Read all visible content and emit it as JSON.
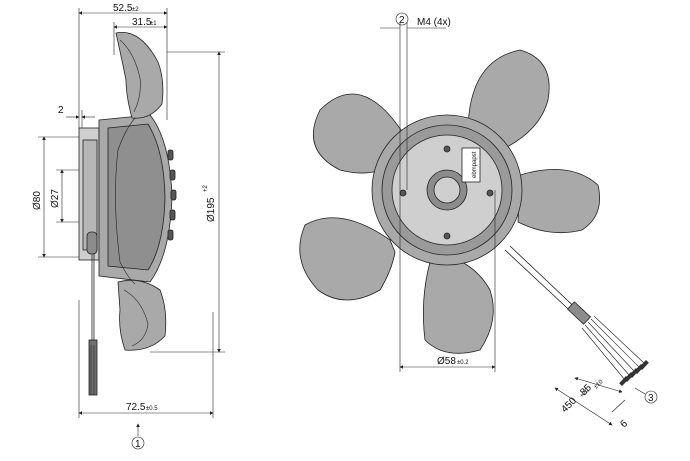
{
  "colors": {
    "line": "#222222",
    "fill_dark": "#8c8c8c",
    "fill_mid": "#a9a9a9",
    "fill_light": "#cfcfcf",
    "background": "#ffffff"
  },
  "side_view": {
    "dim_top_overall": {
      "value": "52.5",
      "tol": "±2"
    },
    "dim_top_inner": {
      "value": "31.5",
      "tol": "±1"
    },
    "dim_flange": {
      "value": "2"
    },
    "dim_outer_diameter": {
      "value": "Ø80"
    },
    "dim_inner_diameter": {
      "value": "Ø27"
    },
    "dim_blade_diameter": {
      "value": "Ø195",
      "tol": "+2"
    },
    "dim_bottom_overall": {
      "value": "72.5",
      "tol": "±0.5"
    },
    "callout_1": "1"
  },
  "front_view": {
    "callout_2": "2",
    "thread_label": "M4 (4x)",
    "dim_hub_diameter": {
      "value": "Ø58",
      "tol": "±0.2"
    },
    "dim_cable_strip": {
      "value": "85",
      "tol": "±10"
    },
    "dim_cable_length": {
      "value": "450",
      "tol": "+20"
    },
    "dim_wire_strip": {
      "value": "6"
    },
    "callout_3": "3",
    "label_text": "ebmpapst"
  }
}
